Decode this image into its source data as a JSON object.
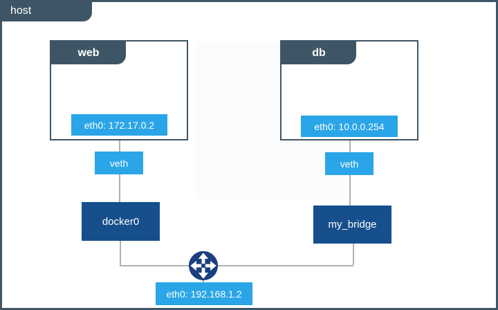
{
  "colors": {
    "slate": "#3E5565",
    "blue": "#2AA5E8",
    "navy": "#164F8C",
    "navy_dark": "#1A4080",
    "line": "#B0B0B0"
  },
  "host": {
    "label": "host",
    "interface_label": "eth0: 192.168.1.2"
  },
  "containers": [
    {
      "name": "web",
      "interface_label": "eth0: 172.17.0.2",
      "veth_label": "veth",
      "bridge_label": "docker0"
    },
    {
      "name": "db",
      "interface_label": "eth0: 10.0.0.254",
      "veth_label": "veth",
      "bridge_label": "my_bridge"
    }
  ],
  "icons": {
    "router": "four-way-arrows-router"
  }
}
